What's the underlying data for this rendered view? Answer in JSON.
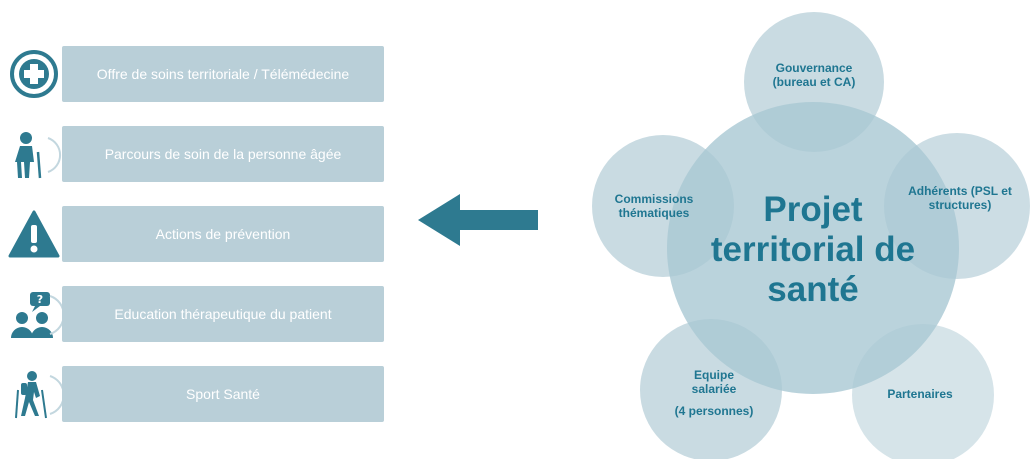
{
  "list": {
    "items": [
      {
        "label": "Offre de soins territoriale / Télémédecine",
        "icon": "medical-cross-icon"
      },
      {
        "label": "Parcours de soin de la personne âgée",
        "icon": "elderly-person-icon"
      },
      {
        "label": "Actions de prévention",
        "icon": "warning-icon"
      },
      {
        "label": "Education thérapeutique du patient",
        "icon": "patient-education-icon"
      },
      {
        "label": "Sport Santé",
        "icon": "hiker-icon"
      }
    ]
  },
  "arrow": {
    "icon": "arrow-left-icon",
    "color": "#2e7a90"
  },
  "diagram": {
    "center": "Projet territorial de santé",
    "satellites": {
      "top": "Gouvernance (bureau et CA)",
      "right": "Adhérents (PSL et structures)",
      "bottom_right": "Partenaires",
      "bottom_left_line1": "Equipe salariée",
      "bottom_left_line2": "(4 personnes)",
      "left": "Commissions thématiques"
    }
  },
  "colors": {
    "bar": "#b9cfd8",
    "icon": "#2e7a90",
    "circle_center": "#a9c8d3",
    "circle": "#bfd5dd",
    "text": "#1f7691"
  }
}
